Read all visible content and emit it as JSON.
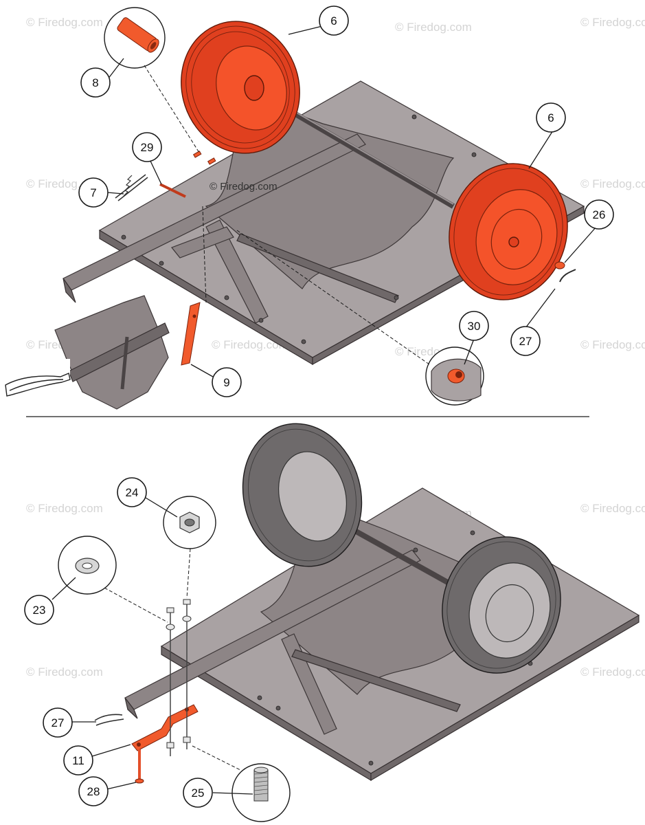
{
  "watermark": "© Firedog.com",
  "center_watermark": "© Firedog.com",
  "callouts": {
    "top": [
      "6",
      "8",
      "29",
      "7",
      "6",
      "26",
      "27",
      "30",
      "9"
    ],
    "bottom": [
      "24",
      "23",
      "27",
      "11",
      "28",
      "25"
    ]
  },
  "colors": {
    "highlight_part": "#f15a2c",
    "tire_highlight": "#e0401f",
    "metal": "#8d8586",
    "tire_grey": "#6e6a6b"
  },
  "icons": {
    "pliers": "pliers-icon"
  }
}
